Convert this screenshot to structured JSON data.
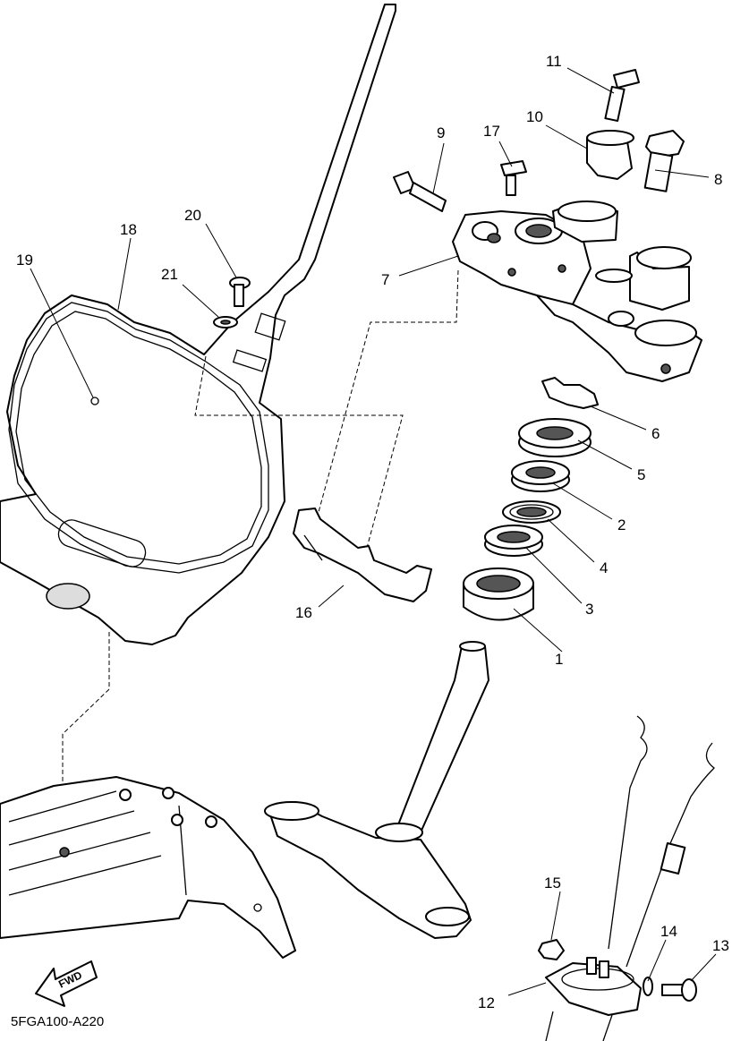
{
  "diagram": {
    "drawing_code": "5FGA100-A220",
    "fwd_label": "FWD",
    "callouts": {
      "c1": "1",
      "c2": "2",
      "c3": "3",
      "c4": "4",
      "c5": "5",
      "c6": "6",
      "c7": "7",
      "c8": "8",
      "c9": "9",
      "c10": "10",
      "c11": "11",
      "c12": "12",
      "c13": "13",
      "c14": "14",
      "c15": "15",
      "c16": "16",
      "c17": "17",
      "c18": "18",
      "c19": "19",
      "c20": "20",
      "c21": "21"
    }
  }
}
